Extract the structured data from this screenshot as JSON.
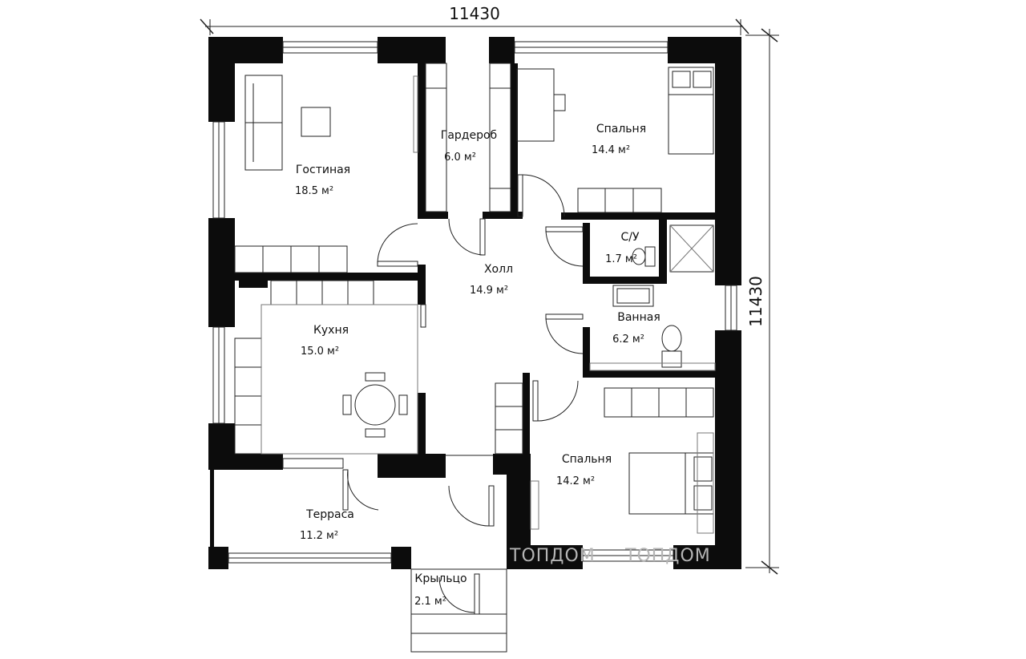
{
  "dimensions": {
    "width": "11430",
    "height": "11430"
  },
  "watermark": "ТОПДОМ",
  "rooms": {
    "living": {
      "name": "Гостиная",
      "area": "18.5 м²"
    },
    "wardrobe": {
      "name": "Гардероб",
      "area": "6.0 м²"
    },
    "bedroom1": {
      "name": "Спальня",
      "area": "14.4 м²"
    },
    "wc": {
      "name": "С/У",
      "area": "1.7 м²"
    },
    "hall": {
      "name": "Холл",
      "area": "14.9 м²"
    },
    "bathroom": {
      "name": "Ванная",
      "area": "6.2 м²"
    },
    "kitchen": {
      "name": "Кухня",
      "area": "15.0 м²"
    },
    "bedroom2": {
      "name": "Спальня",
      "area": "14.2 м²"
    },
    "terrace": {
      "name": "Терраса",
      "area": "11.2 м²"
    },
    "porch": {
      "name": "Крыльцо",
      "area": "2.1 м²"
    }
  }
}
